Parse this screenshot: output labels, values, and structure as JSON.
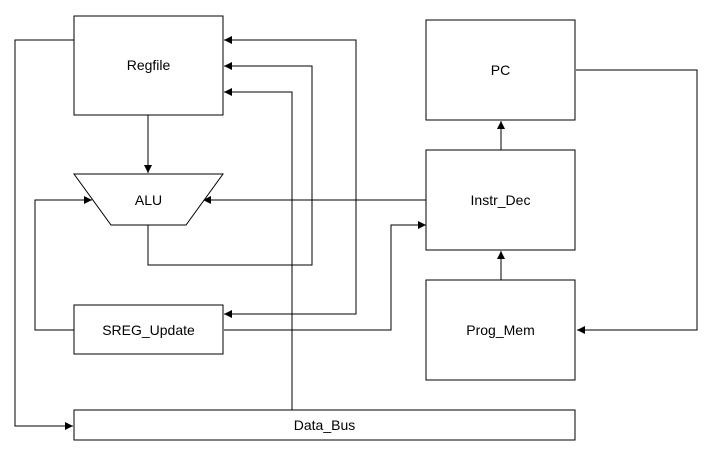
{
  "diagram": {
    "blocks": {
      "regfile": "Regfile",
      "alu": "ALU",
      "sreg_update": "SREG_Update",
      "data_bus": "Data_Bus",
      "pc": "PC",
      "instr_dec": "Instr_Dec",
      "prog_mem": "Prog_Mem"
    },
    "connections": [
      {
        "from": "Regfile",
        "to": "ALU"
      },
      {
        "from": "ALU",
        "to": "Regfile"
      },
      {
        "from": "SREG_Update",
        "to": "ALU"
      },
      {
        "from": "SREG_Update",
        "to": "Instr_Dec"
      },
      {
        "from": "Instr_Dec",
        "to": "ALU"
      },
      {
        "from": "Instr_Dec",
        "to": "Regfile"
      },
      {
        "from": "Instr_Dec",
        "to": "SREG_Update"
      },
      {
        "from": "Instr_Dec",
        "to": "PC"
      },
      {
        "from": "Prog_Mem",
        "to": "Instr_Dec"
      },
      {
        "from": "PC",
        "to": "Prog_Mem"
      },
      {
        "from": "Regfile",
        "to": "Data_Bus"
      },
      {
        "from": "Data_Bus",
        "to": "Regfile"
      }
    ],
    "colors": {
      "stroke": "#000000",
      "fill": "#ffffff",
      "text": "#000000"
    }
  }
}
